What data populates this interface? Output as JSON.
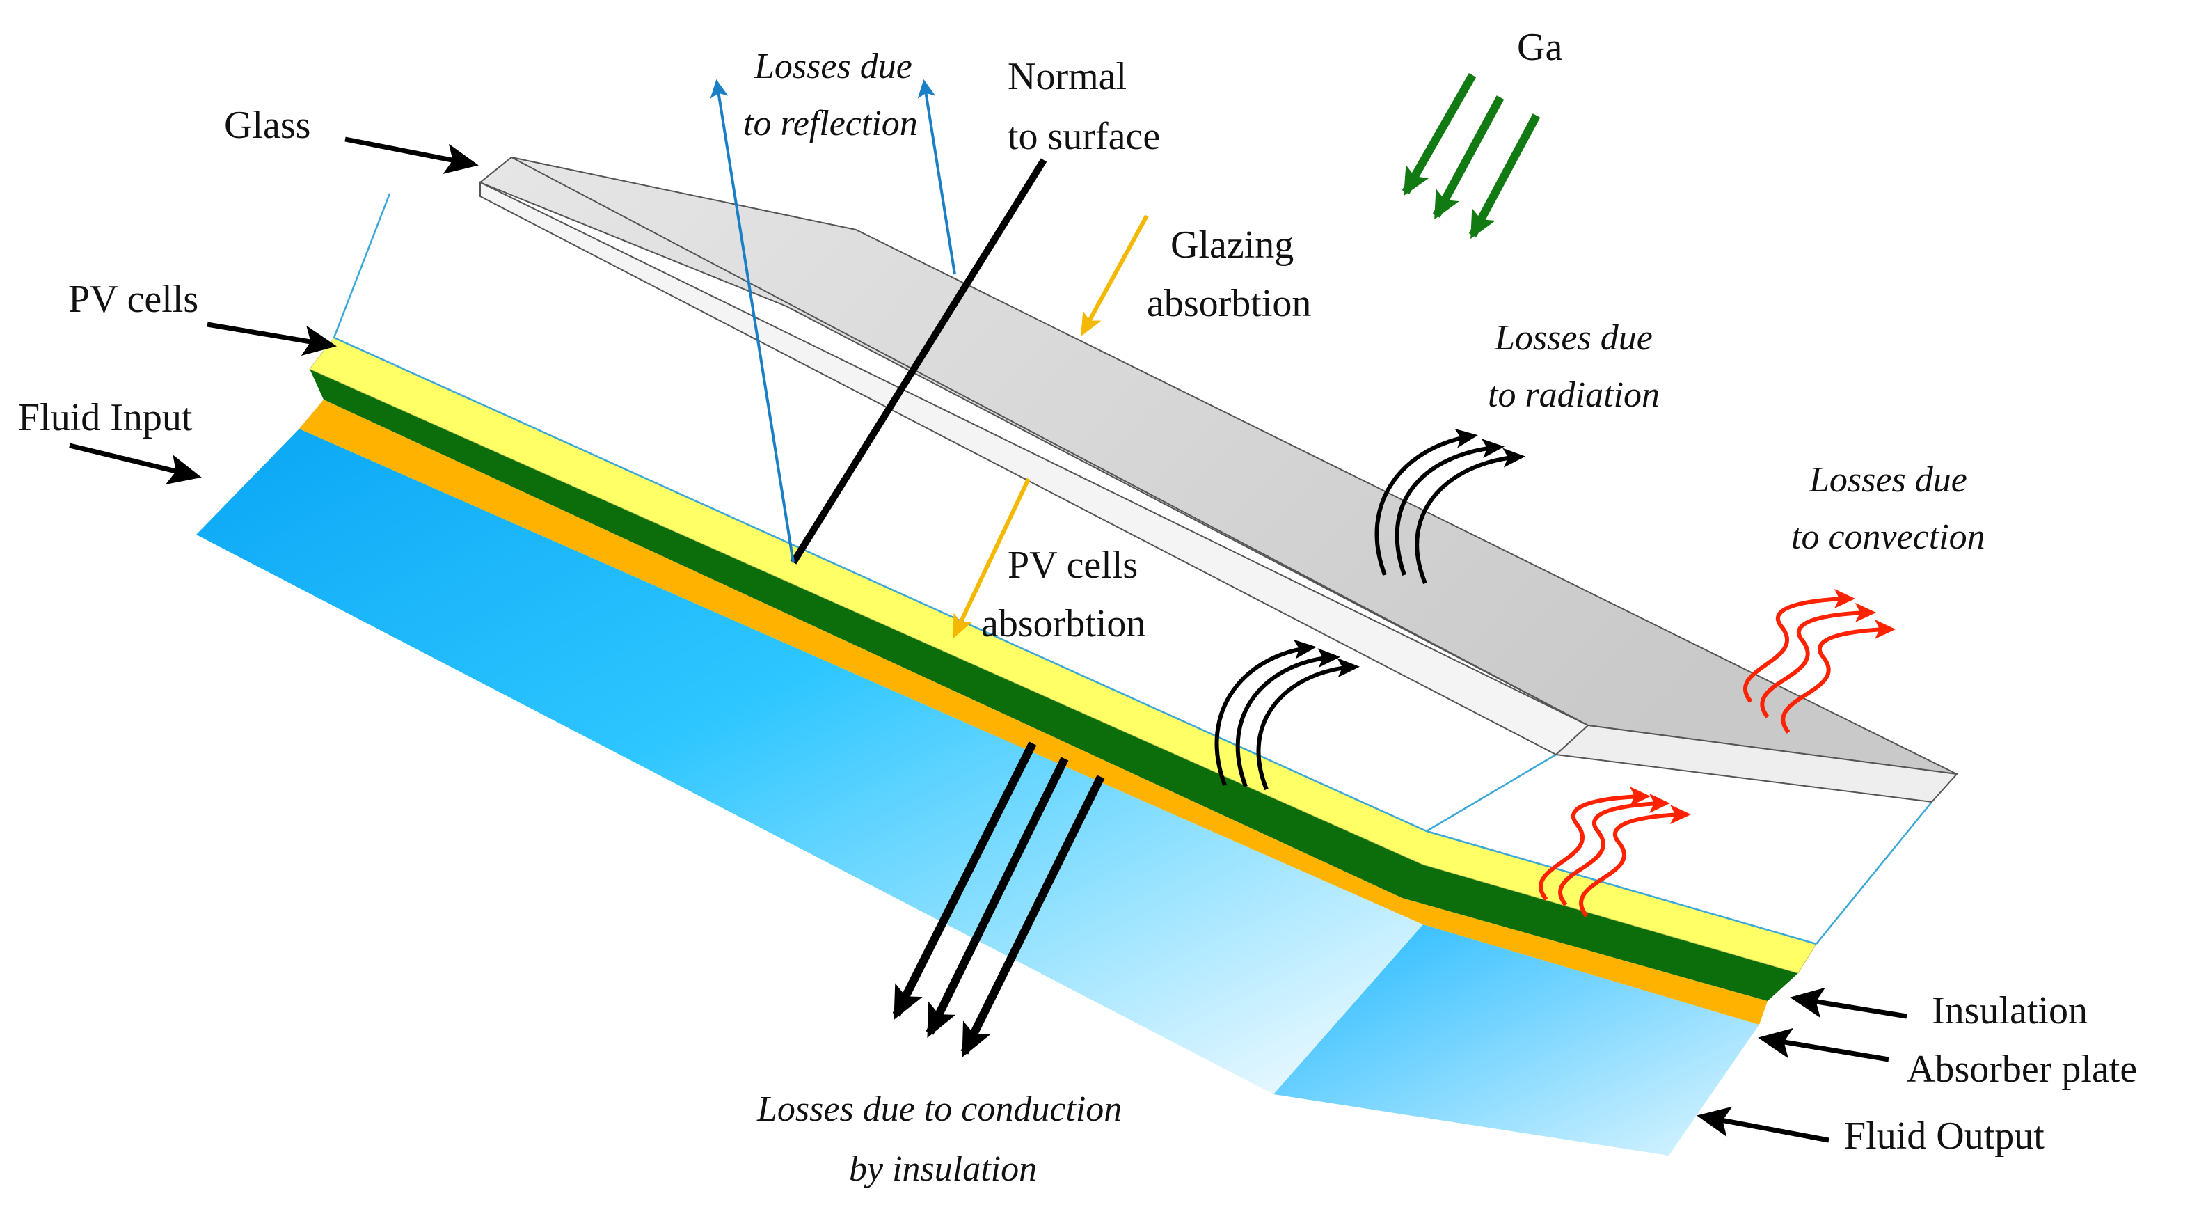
{
  "labels": {
    "glass": "Glass",
    "pv_cells": "PV cells",
    "fluid_input": "Fluid Input",
    "losses_reflection_1": "Losses due",
    "losses_reflection_2": "to reflection",
    "normal_1": "Normal",
    "normal_2": "to surface",
    "ga": "Ga",
    "glazing_1": "Glazing",
    "glazing_2": "absorbtion",
    "losses_radiation_1": "Losses due",
    "losses_radiation_2": "to radiation",
    "losses_convection_1": "Losses due",
    "losses_convection_2": "to convection",
    "pv_abs_1": "PV cells",
    "pv_abs_2": "absorbtion",
    "conduction_1": "Losses due to conduction",
    "conduction_2": "by insulation",
    "insulation": "Insulation",
    "absorber_plate": "Absorber plate",
    "fluid_output": "Fluid Output"
  },
  "colors": {
    "glass_top": "#d9d9d9",
    "glass_edge": "#f2f2f2",
    "pv_cells": "#ffff66",
    "insulation": "#0b6e0b",
    "absorber": "#ffb300",
    "fluid": "#00b4ff",
    "reflection_arrow": "#1a7fc4",
    "absorption_arrow": "#f5b800",
    "solar_arrow": "#127a12",
    "convection_arrow": "#ff2200",
    "black_arrow": "#000000"
  }
}
